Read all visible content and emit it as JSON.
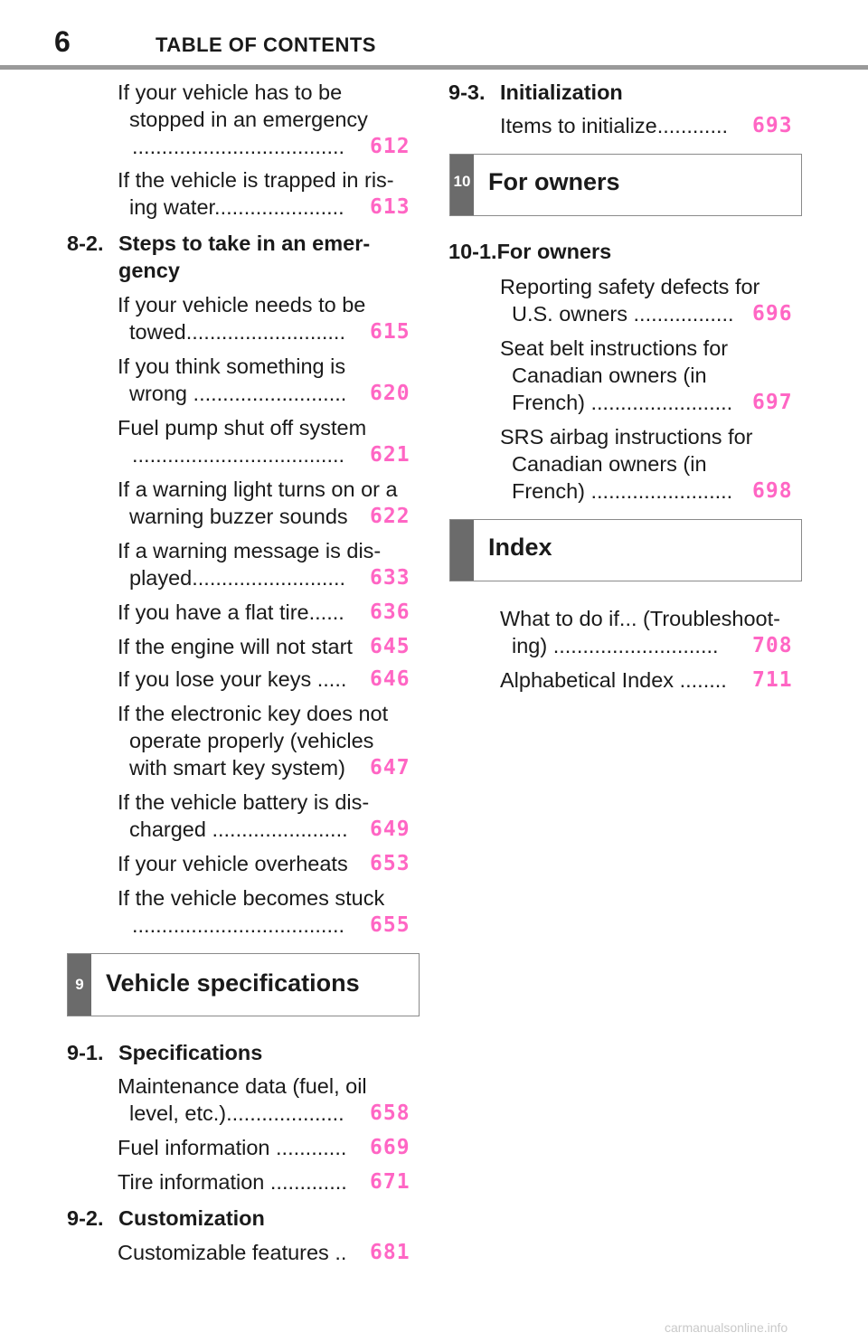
{
  "header": {
    "page_number": "6",
    "title": "TABLE OF CONTENTS"
  },
  "left": {
    "e1": {
      "l1": "If your vehicle has to be",
      "l2": "stopped in an emergency",
      "l3": "....................................",
      "page": "612"
    },
    "e2": {
      "l1": "If the vehicle is trapped in ris-",
      "l2": "ing water......................",
      "page": "613"
    },
    "s82": {
      "label": "8-2.",
      "l1": "Steps to take in an emer-",
      "l2": "gency"
    },
    "e3": {
      "l1": "If your vehicle needs to be",
      "l2": "towed...........................",
      "page": "615"
    },
    "e4": {
      "l1": "If you think something is",
      "l2": "wrong ..........................",
      "page": "620"
    },
    "e5": {
      "l1": "Fuel pump shut off system",
      "l2": "....................................",
      "page": "621"
    },
    "e6": {
      "l1": "If a warning light turns on or a",
      "l2": "warning buzzer sounds",
      "page": "622"
    },
    "e7": {
      "l1": "If a warning message is dis-",
      "l2": "played..........................",
      "page": "633"
    },
    "e8": {
      "l1": "If you have a flat tire......",
      "page": "636"
    },
    "e9": {
      "l1": "If the engine will not start",
      "page": "645"
    },
    "e10": {
      "l1": "If you lose your keys .....",
      "page": "646"
    },
    "e11": {
      "l1": "If the electronic key does not",
      "l2": "operate properly (vehicles",
      "l3": "with smart key system)",
      "page": "647"
    },
    "e12": {
      "l1": "If the vehicle battery is dis-",
      "l2": "charged .......................",
      "page": "649"
    },
    "e13": {
      "l1": "If your vehicle overheats",
      "page": "653"
    },
    "e14": {
      "l1": "If the vehicle becomes stuck",
      "l2": "....................................",
      "page": "655"
    },
    "box9": {
      "tab": "9",
      "title": "Vehicle specifications"
    },
    "s91": {
      "label": "9-1.",
      "title": "Specifications"
    },
    "e15": {
      "l1": "Maintenance data (fuel, oil",
      "l2": "level, etc.)....................",
      "page": "658"
    },
    "e16": {
      "l1": "Fuel information ............",
      "page": "669"
    },
    "e17": {
      "l1": "Tire information .............",
      "page": "671"
    },
    "s92": {
      "label": "9-2.",
      "title": "Customization"
    },
    "e18": {
      "l1": "Customizable features ..",
      "page": "681"
    }
  },
  "right": {
    "s93": {
      "label": "9-3.",
      "title": "Initialization"
    },
    "e19": {
      "l1": "Items to initialize............",
      "page": "693"
    },
    "box10": {
      "tab": "10",
      "title": "For owners"
    },
    "s101": {
      "label": "10-1.For owners"
    },
    "e20": {
      "l1": "Reporting safety defects for",
      "l2": "U.S. owners .................",
      "page": "696"
    },
    "e21": {
      "l1": "Seat belt instructions for",
      "l2": "Canadian owners (in",
      "l3": "French) ........................",
      "page": "697"
    },
    "e22": {
      "l1": "SRS airbag instructions for",
      "l2": "Canadian owners (in",
      "l3": "French) ........................",
      "page": "698"
    },
    "boxIndex": {
      "title": "Index"
    },
    "e23": {
      "l1": "What to do if... (Troubleshoot-",
      "l2": "ing)  ............................",
      "page": "708"
    },
    "e24": {
      "l1": "Alphabetical Index  ........",
      "page": "711"
    }
  },
  "watermark": "carmanualsonline.info",
  "colors": {
    "page_ref": "#ff66c4",
    "tab_bg": "#6b6b6b",
    "rule": "#9a9a9a"
  }
}
